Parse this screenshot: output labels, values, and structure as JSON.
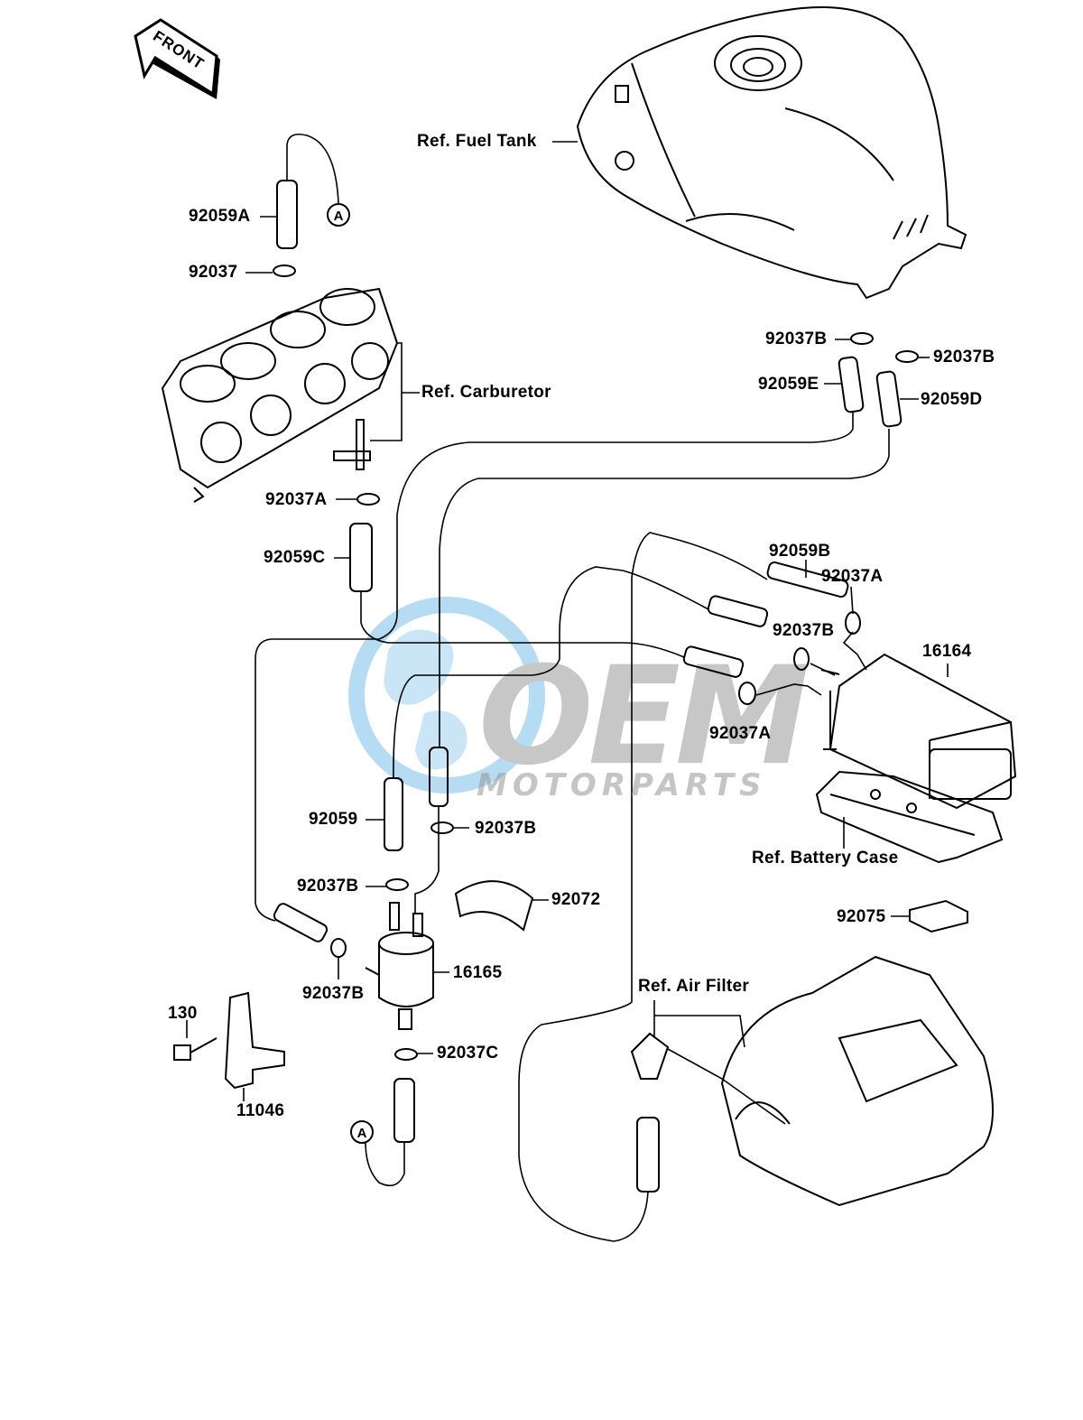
{
  "diagram": {
    "front_label": "FRONT",
    "circle_marker": "A",
    "labels": {
      "ref_fuel_tank": "Ref. Fuel Tank",
      "ref_carburetor": "Ref. Carburetor",
      "ref_battery_case": "Ref. Battery Case",
      "ref_air_filter": "Ref. Air Filter",
      "p92059A": "92059A",
      "p92037": "92037",
      "p92037A_top": "92037A",
      "p92059C": "92059C",
      "p92037B_tank_left": "92037B",
      "p92037B_tank_right": "92037B",
      "p92059E": "92059E",
      "p92059D": "92059D",
      "p92059B": "92059B",
      "p92037A_canister_top": "92037A",
      "p92037B_canister": "92037B",
      "p16164": "16164",
      "p92037A_canister_bottom": "92037A",
      "p92059": "92059",
      "p92037B_mid_right": "92037B",
      "p92037B_mid_left": "92037B",
      "p92072": "92072",
      "p16165": "16165",
      "p92037B_low": "92037B",
      "p92037C": "92037C",
      "p130": "130",
      "p11046": "11046",
      "p92075": "92075"
    }
  },
  "watermark": {
    "brand": "OEM",
    "sub": "MOTORPARTS",
    "color": "#4aa3df"
  }
}
